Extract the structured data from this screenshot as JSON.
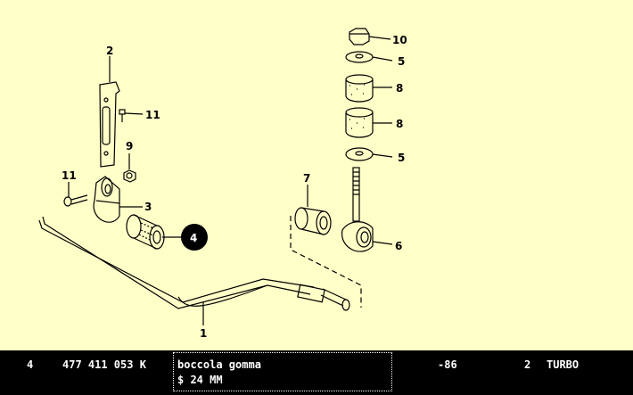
{
  "diagram": {
    "callouts": {
      "c1": "1",
      "c2": "2",
      "c3": "3",
      "c4": "4",
      "c5a": "5",
      "c5b": "5",
      "c6": "6",
      "c7": "7",
      "c8a": "8",
      "c8b": "8",
      "c9": "9",
      "c10": "10",
      "c11a": "11",
      "c11b": "11"
    },
    "selected_callout": "4",
    "colors": {
      "background": "#ffffc8",
      "line": "#000000",
      "selected_marker": "#000000"
    }
  },
  "part_row": {
    "position": "4",
    "part_number": "477 411 053 K",
    "description_line1": "boccola gomma",
    "description_line2": "$ 24 MM",
    "range": "-86",
    "quantity": "2",
    "model": "TURBO"
  }
}
